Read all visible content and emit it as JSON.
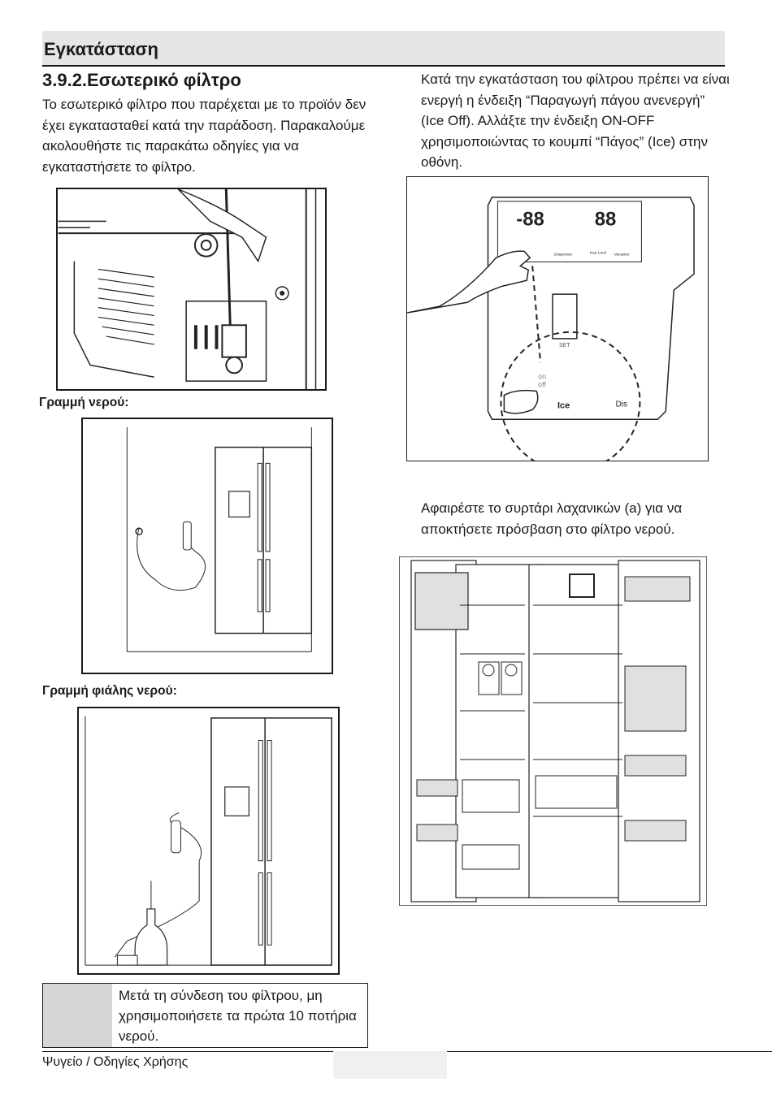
{
  "header": {
    "section_label": "Εγκατάσταση"
  },
  "section": {
    "title": "3.9.2.Εσωτερικό φίλτρο"
  },
  "text": {
    "intro": "Το εσωτερικό φίλτρο που παρέχεται με το προϊόν δεν έχει εγκατασταθεί κατά την παράδοση. Παρακαλούμε ακολουθήστε τις παρακάτω οδηγίες για να εγκαταστήσετε το φίλτρο.",
    "ice_instruction": "Κατά την εγκατάσταση του φίλτρου πρέπει να είναι ενεργή η ένδειξη “Παραγωγή πάγου ανενεργή” (Ice Off). Αλλάξτε την ένδειξη ON-OFF χρησιμοποιώντας το κουμπί “Πάγος” (Ice) στην οθόνη.",
    "drawer_instruction": "Αφαιρέστε το συρτάρι λαχανικών (a) για να αποκτήσετε πρόσβαση στο φίλτρο νερού."
  },
  "captions": {
    "water_line": "Γραμμή νερού:",
    "water_bottle_line": "Γραμμή φιάλης νερού:"
  },
  "panel": {
    "display_digits": "-88",
    "display_digits_right": "88",
    "dispenser": "Dispenser",
    "key_lock": "Key Lock",
    "vacation": "Vacation",
    "set": "SET",
    "on": "on",
    "off": "off",
    "ice": "Ice",
    "dis": "Dis"
  },
  "note": {
    "text": "Μετά τη σύνδεση του φίλτρου, μη χρησιμοποιήσετε τα πρώτα 10 ποτήρια νερού."
  },
  "footer": {
    "text": "Ψυγείο / Οδηγίες Χρήσης"
  }
}
